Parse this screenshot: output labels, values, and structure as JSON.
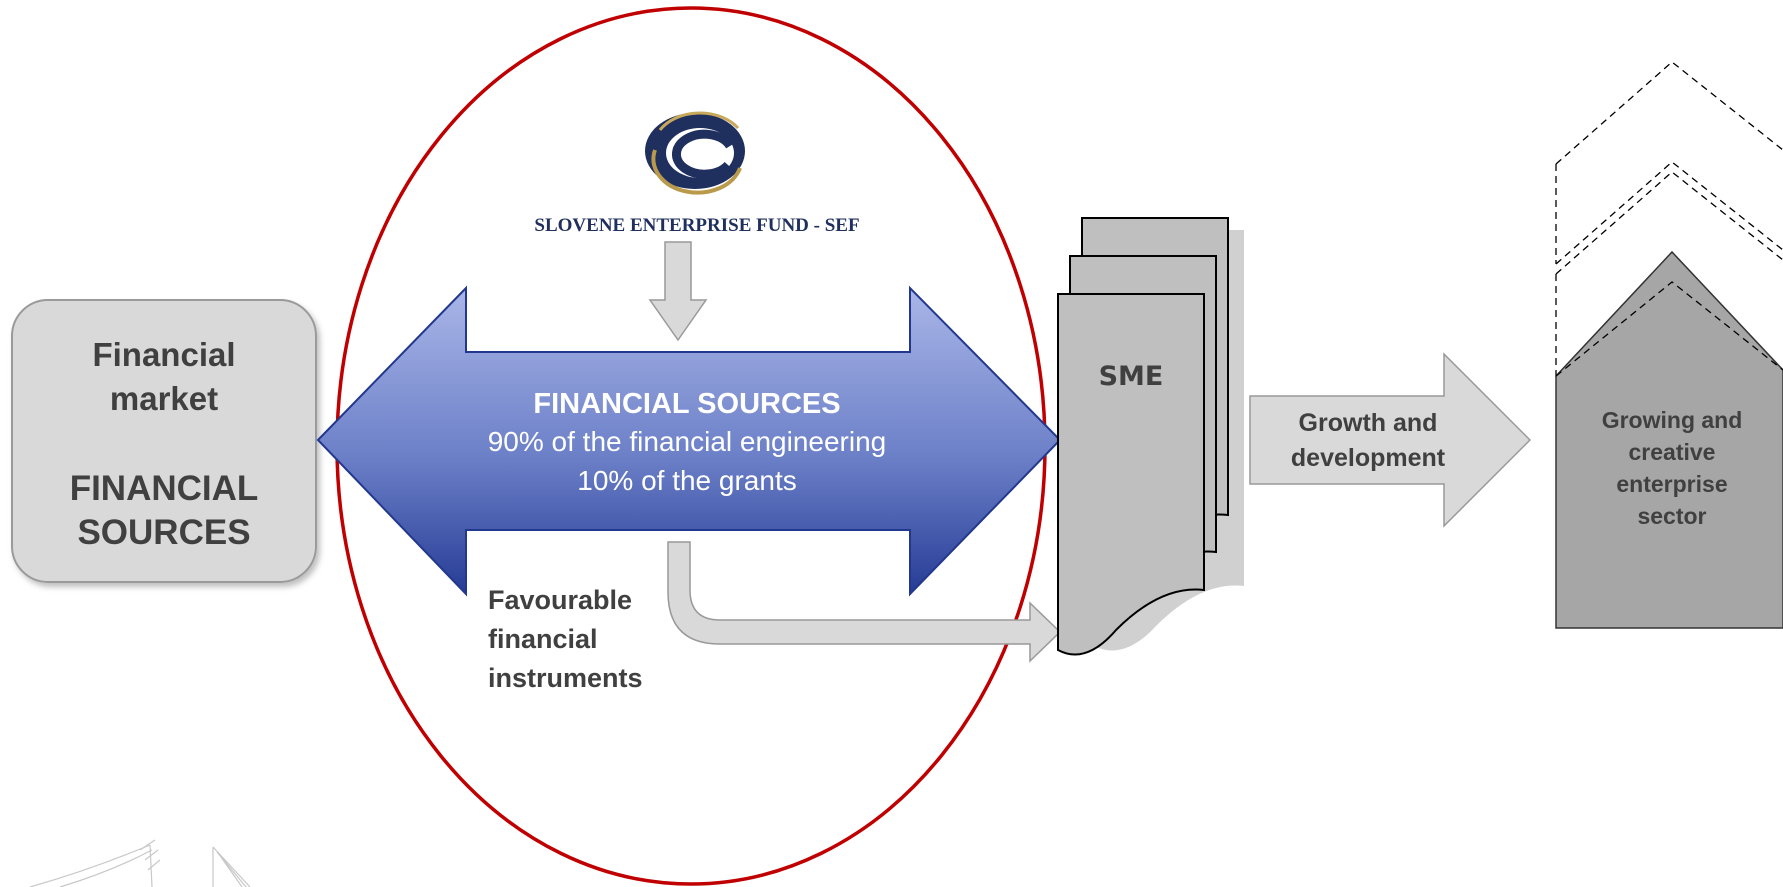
{
  "market": {
    "line1": "Financial",
    "line2": "market",
    "line3": "FINANCIAL",
    "line4": "SOURCES"
  },
  "fund": {
    "name": "SLOVENE ENTERPRISE FUND - SEF"
  },
  "center": {
    "title": "FINANCIAL SOURCES",
    "line1": "90% of the financial engineering",
    "line2": "10% of the grants"
  },
  "instruments": {
    "line1": "Favourable",
    "line2": "financial",
    "line3": "instruments"
  },
  "sme": {
    "label": "SME"
  },
  "growth": {
    "line1": "Growth and",
    "line2": "development"
  },
  "sector": {
    "line1": "Growing and",
    "line2": "creative",
    "line3": "enterprise",
    "line4": "sector"
  },
  "colors": {
    "ellipse": "#c00000",
    "arrow_top": "#a9b5e6",
    "arrow_bottom": "#2a3f98",
    "gray_box": "#d9d9d9",
    "house": "#a6a6a6"
  }
}
